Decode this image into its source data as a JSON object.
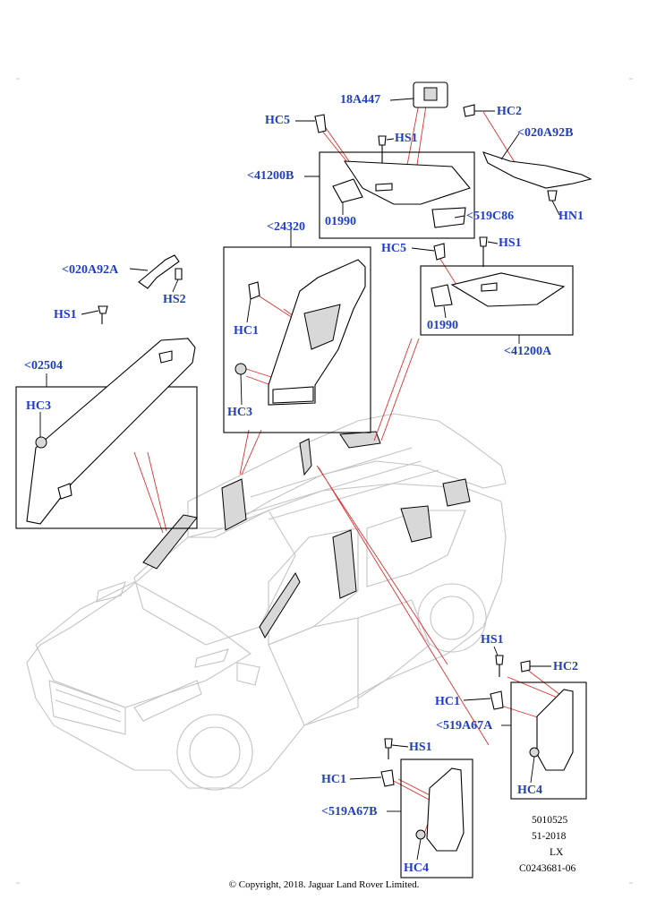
{
  "callouts": {
    "c18A447": "18A447",
    "hc5_top": "HC5",
    "hs1_top": "HS1",
    "c41200B": "<41200B",
    "c01990_b": "01990",
    "hc2_top": "HC2",
    "c020A92B": "<020A92B",
    "hn1": "HN1",
    "c519C86": "<519C86",
    "c24320": "<24320",
    "hc5_mid": "HC5",
    "hs1_mid": "HS1",
    "c020A92A": "<020A92A",
    "hs2": "HS2",
    "hc1_bpillar": "HC1",
    "c01990_a": "01990",
    "c41200A": "<41200A",
    "hs1_left": "HS1",
    "hc3_bpillar": "HC3",
    "c02504": "<02504",
    "hc3_left": "HC3",
    "hs1_rr": "HS1",
    "hc2_rr": "HC2",
    "hc1_rr": "HC1",
    "c519A67A": "<519A67A",
    "hc4_rr": "HC4",
    "hs1_rl": "HS1",
    "hc1_rl": "HC1",
    "c519A67B": "<519A67B",
    "hc4_rl": "HC4"
  },
  "reference": {
    "line1": "5010525",
    "line2": "51-2018",
    "line3": "LX",
    "line4": "C0243681-06"
  },
  "copyright": "© Copyright, 2018. Jaguar Land Rover Limited.",
  "colors": {
    "callout": "#1f3fbf",
    "leader_red": "#e03030",
    "vehicle_outline": "#c4c4c4"
  }
}
